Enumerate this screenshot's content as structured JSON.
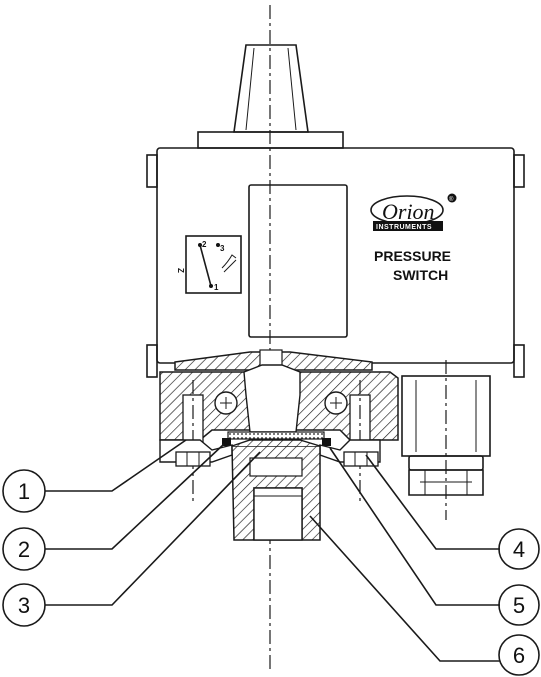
{
  "brand": {
    "name": "Orion",
    "subtitle": "INSTRUMENTS",
    "registered": "®"
  },
  "product": {
    "line1": "PRESSURE",
    "line2": "SWITCH"
  },
  "switch_symbol": {
    "terminal_1": "1",
    "terminal_2": "2",
    "terminal_3": "3",
    "side_label": "Z"
  },
  "callouts": [
    "1",
    "2",
    "3",
    "4",
    "5",
    "6"
  ]
}
